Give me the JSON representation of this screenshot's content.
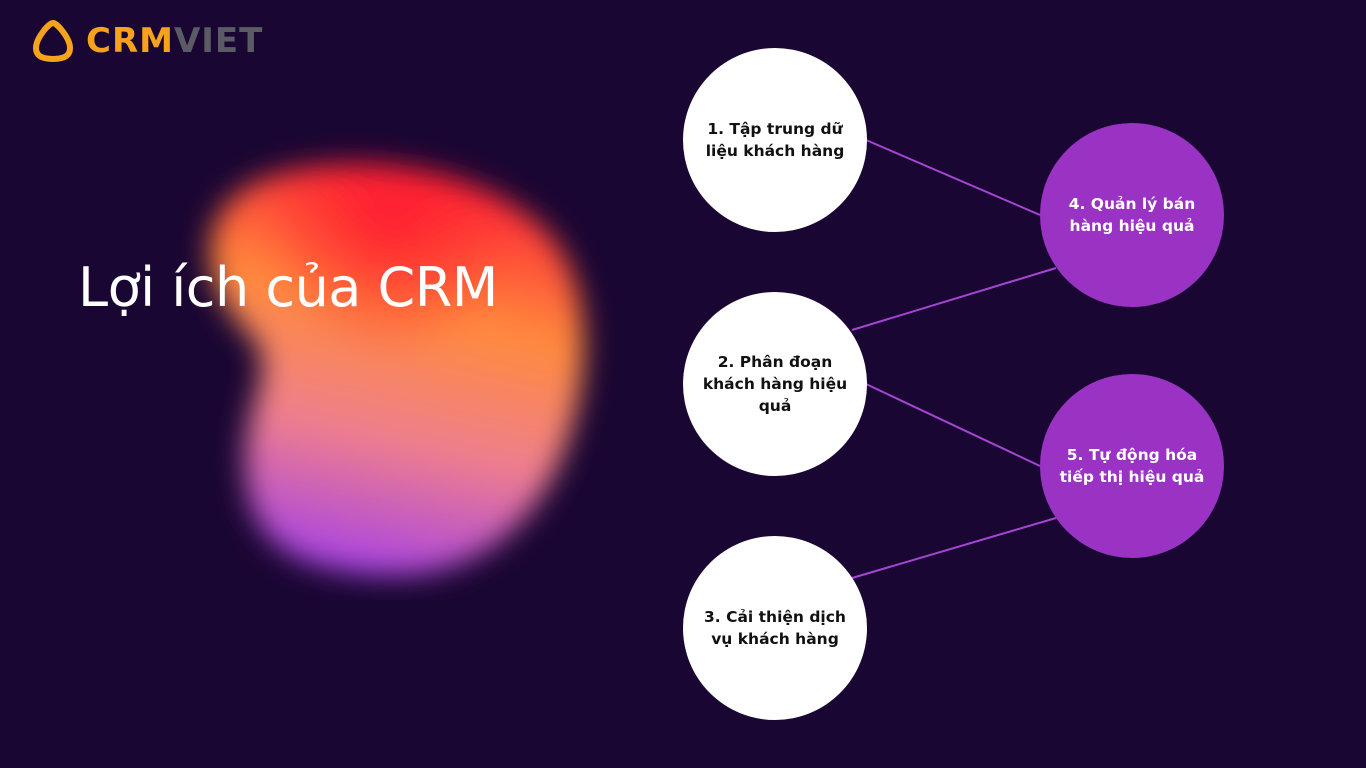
{
  "logo": {
    "text_primary": "CRM",
    "text_secondary": "VIET",
    "icon": "house-outline-icon",
    "colors": {
      "primary": "#f5a21c",
      "secondary": "#5b5b66"
    }
  },
  "title": "Lợi ích của CRM",
  "diagram": {
    "nodes": [
      {
        "label": "1. Tập trung dữ liệu khách hàng",
        "color": "#ffffff"
      },
      {
        "label": "2. Phân đoạn khách hàng hiệu quả",
        "color": "#ffffff"
      },
      {
        "label": "3. Cải thiện dịch vụ khách hàng",
        "color": "#ffffff"
      },
      {
        "label": "4. Quản lý bán hàng hiệu quả",
        "color": "#9a33c4"
      },
      {
        "label": "5. Tự động hóa tiếp thị hiệu quả",
        "color": "#9a33c4"
      }
    ],
    "edges": [
      {
        "from": 1,
        "to": 4
      },
      {
        "from": 4,
        "to": 2
      },
      {
        "from": 2,
        "to": 5
      },
      {
        "from": 5,
        "to": 3
      }
    ],
    "line_color": "#a545d4"
  },
  "colors": {
    "background": "#1a0633",
    "blob_gradient": [
      "#ff2a3a",
      "#ff8a3c",
      "#f07a8a",
      "#b84fe0"
    ]
  }
}
